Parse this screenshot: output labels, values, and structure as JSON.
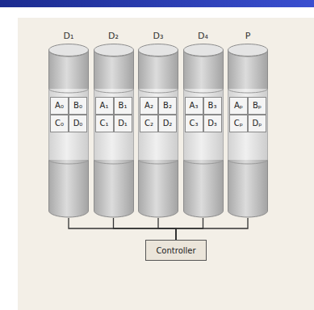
{
  "diagram": {
    "nodes": [
      {
        "text": [
          "D₁"
        ]
      },
      {
        "text": [
          "A₀"
        ],
        "in": 0
      },
      {
        "text": [
          "B₀"
        ],
        "in": 0
      },
      {
        "text": [
          "C₀"
        ],
        "in": 0
      },
      {
        "text": [
          "D₀"
        ],
        "in": 0
      },
      {
        "text": [
          "D₂"
        ]
      },
      {
        "text": [
          "A₁"
        ],
        "in": 5
      },
      {
        "text": [
          "B₁"
        ],
        "in": 5
      },
      {
        "text": [
          "C₁"
        ],
        "in": 5
      },
      {
        "text": [
          "D₁"
        ],
        "in": 5
      },
      {
        "text": [
          "D₃"
        ]
      },
      {
        "text": [
          "A₂"
        ],
        "in": 10
      },
      {
        "text": [
          "B₂"
        ],
        "in": 10
      },
      {
        "text": [
          "C₂"
        ],
        "in": 10
      },
      {
        "text": [
          "D₂"
        ],
        "in": 10
      },
      {
        "text": [
          "D₄"
        ]
      },
      {
        "text": [
          "A₃"
        ],
        "in": 15
      },
      {
        "text": [
          "B₃"
        ],
        "in": 15
      },
      {
        "text": [
          "C₃"
        ],
        "in": 15
      },
      {
        "text": [
          "D₃"
        ],
        "in": 15
      },
      {
        "text": [
          "P"
        ]
      },
      {
        "text": [
          "Aₚ"
        ],
        "in": 20
      },
      {
        "text": [
          "Bₚ"
        ],
        "in": 20
      },
      {
        "text": [
          "Cₚ"
        ],
        "in": 20
      },
      {
        "text": [
          "Dₚ"
        ],
        "in": 20
      },
      {
        "text": [
          "Controller"
        ]
      }
    ],
    "edges": [
      {
        "from": 0,
        "to": 25,
        "arrow": "none"
      },
      {
        "from": 5,
        "to": 25,
        "arrow": "none"
      },
      {
        "from": 10,
        "to": 25,
        "arrow": "none"
      },
      {
        "from": 15,
        "to": 25,
        "arrow": "none"
      },
      {
        "from": 20,
        "to": 25,
        "arrow": "none"
      }
    ]
  }
}
